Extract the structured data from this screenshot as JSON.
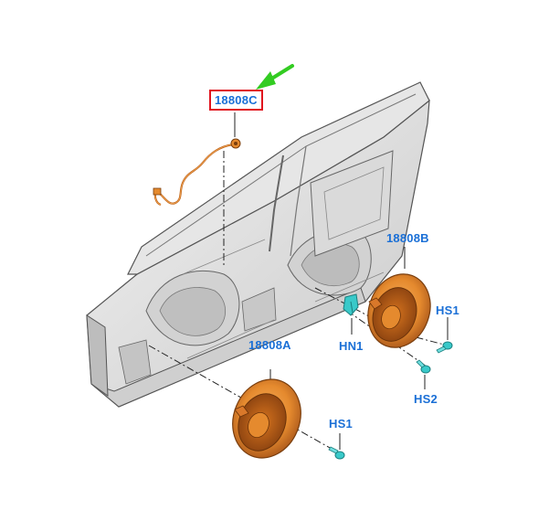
{
  "callouts": {
    "c_18808C": "18808C",
    "c_18808B": "18808B",
    "c_18808A": "18808A",
    "c_HS1_upper": "HS1",
    "c_HN1": "HN1",
    "c_HS2": "HS2",
    "c_HS1_lower": "HS1"
  },
  "colors": {
    "callout_text": "#1a6fd6",
    "highlight_box": "#e0141e",
    "pointer_arrow": "#33cc22",
    "speaker": "#e58a2e",
    "fastener": "#39c9c9",
    "door_panel": "#d9d9d9"
  },
  "highlighted_part": "18808C"
}
